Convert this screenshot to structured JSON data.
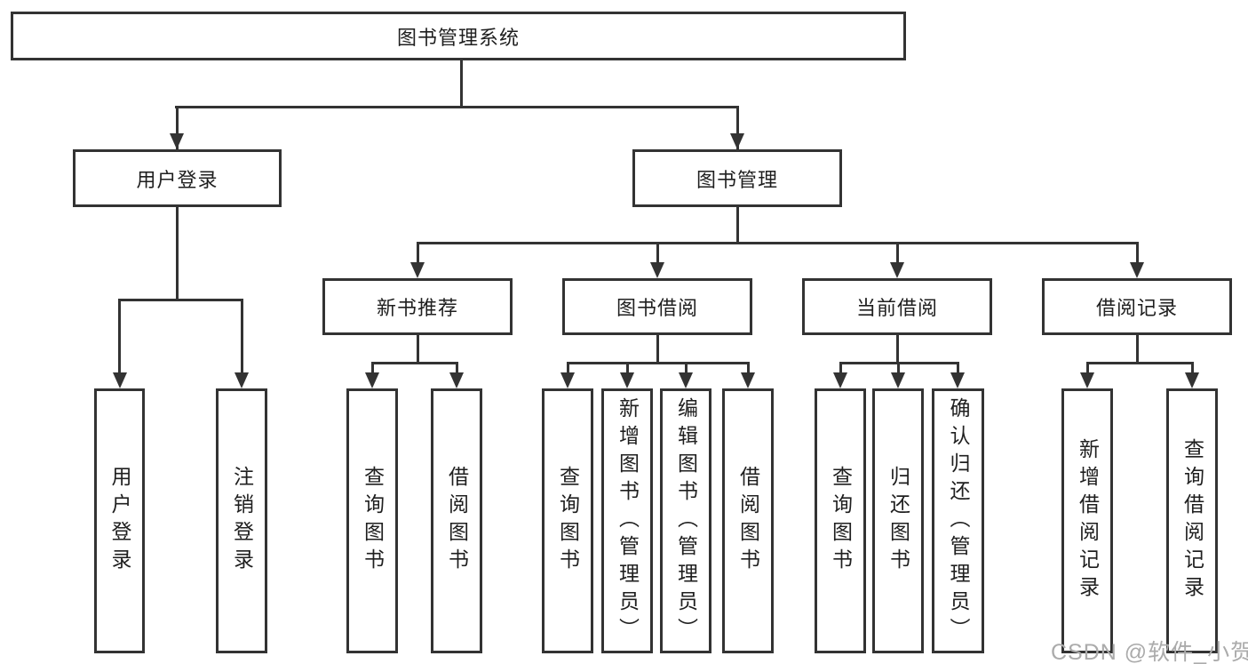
{
  "page": {
    "background_color": "#ffffff",
    "line_color": "#333333",
    "text_color": "#1f1f1f",
    "watermark_color": "#ababab"
  },
  "tree": {
    "root": "图书管理系统",
    "branches": [
      {
        "label": "用户登录",
        "children": [
          "用户登录",
          "注销登录"
        ]
      },
      {
        "label": "图书管理",
        "sections": [
          {
            "label": "新书推荐",
            "children": [
              "查询图书",
              "借阅图书"
            ]
          },
          {
            "label": "图书借阅",
            "children": [
              "查询图书",
              "新增图书（管理员）",
              "编辑图书（管理员）",
              "借阅图书"
            ]
          },
          {
            "label": "当前借阅",
            "children": [
              "查询图书",
              "归还图书",
              "确认归还（管理员）"
            ]
          },
          {
            "label": "借阅记录",
            "children": [
              "新增借阅记录",
              "查询借阅记录"
            ]
          }
        ]
      }
    ]
  },
  "watermark": "CSDN @软件_小贺同学"
}
